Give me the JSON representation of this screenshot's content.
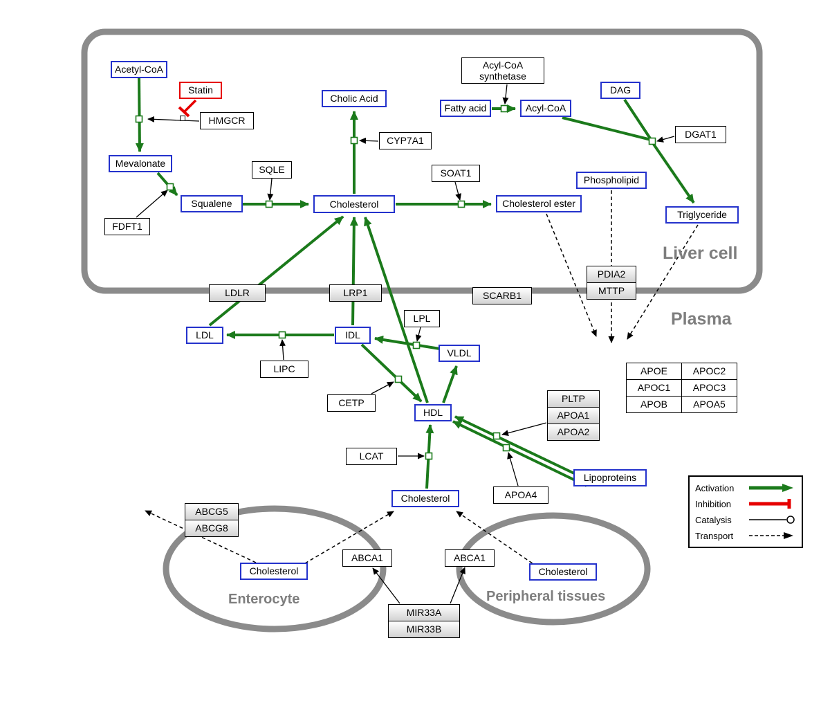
{
  "colors": {
    "activation_green": "#1b7a1b",
    "inhibition_red": "#e60000",
    "metabolite_border_blue": "#2432cc",
    "membrane_gray": "#8b8b8b"
  },
  "regions": {
    "liver_cell": "Liver cell",
    "plasma": "Plasma",
    "enterocyte": "Enterocyte",
    "peripheral_tissues": "Peripheral tissues"
  },
  "nodes": {
    "acetyl_coa": "Acetyl-CoA",
    "statin": "Statin",
    "hmgcr": "HMGCR",
    "mevalonate": "Mevalonate",
    "fdft1": "FDFT1",
    "squalene": "Squalene",
    "sqle": "SQLE",
    "cholesterol_liver": "Cholesterol",
    "cholic_acid": "Cholic Acid",
    "cyp7a1": "CYP7A1",
    "soat1": "SOAT1",
    "cholesterol_ester": "Cholesterol ester",
    "fatty_acid": "Fatty acid",
    "acyl_coa_synthetase": "Acyl-CoA synthetase",
    "acyl_coa": "Acyl-CoA",
    "dag": "DAG",
    "dgat1": "DGAT1",
    "phospholipid": "Phospholipid",
    "triglyceride": "Triglyceride",
    "pdia2": "PDIA2",
    "mttp": "MTTP",
    "ldlr": "LDLR",
    "lrp1": "LRP1",
    "scarb1": "SCARB1",
    "ldl": "LDL",
    "idl": "IDL",
    "lipc": "LIPC",
    "lpl": "LPL",
    "vldl": "VLDL",
    "cetp": "CETP",
    "hdl": "HDL",
    "pltp": "PLTP",
    "apoa1": "APOA1",
    "apoa2": "APOA2",
    "lcat": "LCAT",
    "apoa4": "APOA4",
    "lipoproteins": "Lipoproteins",
    "apo_table": {
      "rows": [
        [
          "APOE",
          "APOC2"
        ],
        [
          "APOC1",
          "APOC3"
        ],
        [
          "APOB",
          "APOA5"
        ]
      ]
    },
    "cholesterol_plasma": "Cholesterol",
    "abcg5": "ABCG5",
    "abcg8": "ABCG8",
    "cholesterol_enterocyte": "Cholesterol",
    "abca1_left": "ABCA1",
    "abca1_right": "ABCA1",
    "cholesterol_peripheral": "Cholesterol",
    "mir33a": "MIR33A",
    "mir33b": "MIR33B"
  },
  "legend": {
    "activation": "Activation",
    "inhibition": "Inhibition",
    "catalysis": "Catalysis",
    "transport": "Transport"
  }
}
